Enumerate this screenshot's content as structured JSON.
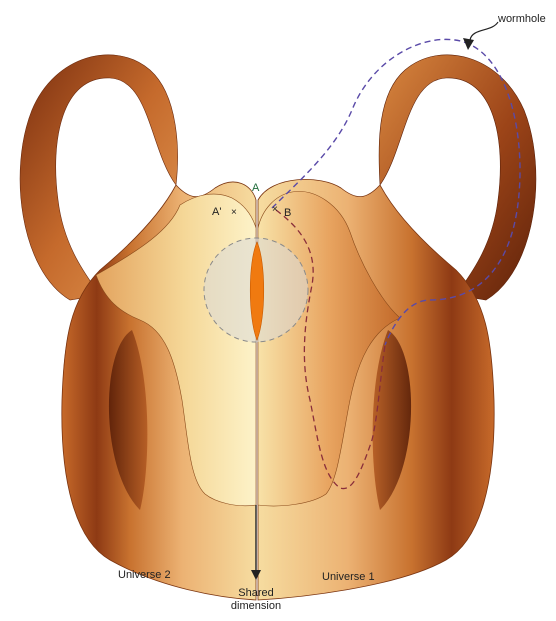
{
  "labels": {
    "wormhole": "wormhole",
    "point_a": "A",
    "point_a_prime": "A'",
    "point_b": "B",
    "universe_2": "Universe 2",
    "universe_1": "Universe 1",
    "shared_line1": "Shared",
    "shared_line2": "dimension"
  },
  "colors": {
    "dark_brown": "#6e2a0d",
    "mid_brown": "#b8541f",
    "light_orange": "#e9a660",
    "cream": "#fbf0c2",
    "shared_spindle": "#f07a10",
    "overlap_circle": "#d9d9d9",
    "path_dashed_red": "#8a2e3a",
    "path_dashed_blue": "#3a3a9a"
  }
}
